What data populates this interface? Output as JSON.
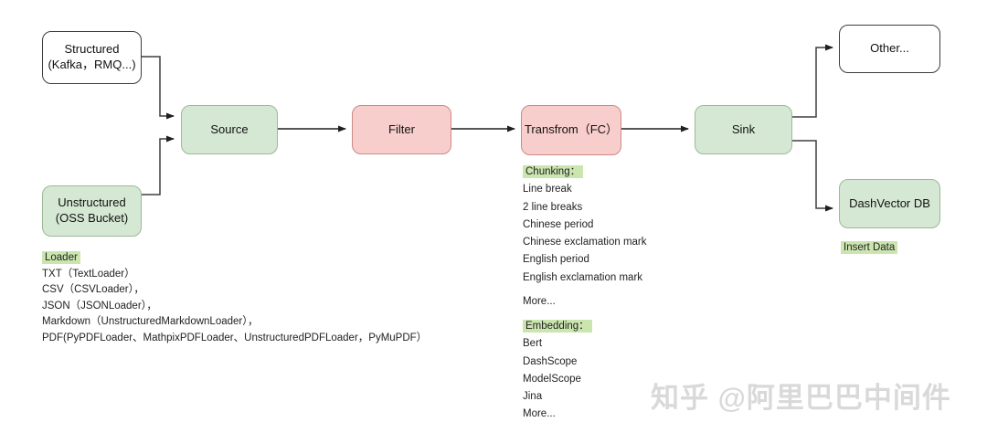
{
  "flow": {
    "structured": {
      "line1": "Structured",
      "line2": "(Kafka，RMQ...)"
    },
    "unstructured": {
      "line1": "Unstructured",
      "line2": "(OSS Bucket)"
    },
    "source": {
      "label": "Source"
    },
    "filter": {
      "label": "Filter"
    },
    "transform": {
      "label": "Transfrom（FC）"
    },
    "sink": {
      "label": "Sink"
    },
    "other": {
      "label": "Other..."
    },
    "dashvector": {
      "label": "DashVector DB"
    }
  },
  "annotations": {
    "loader": {
      "title": "Loader",
      "items": [
        "TXT（TextLoader）",
        "CSV（CSVLoader），",
        "JSON（JSONLoader），",
        "Markdown（UnstructuredMarkdownLoader），",
        "PDF(PyPDFLoader、MathpixPDFLoader、UnstructuredPDFLoader，PyMuPDF）"
      ]
    },
    "chunking": {
      "title": "Chunking：",
      "items": [
        "Line break",
        "2 line breaks",
        "Chinese period",
        "Chinese exclamation mark",
        "English period",
        "English exclamation mark"
      ],
      "more": "More..."
    },
    "embedding": {
      "title": "Embedding：",
      "items": [
        "Bert",
        "DashScope",
        "ModelScope",
        "Jina"
      ],
      "more": "More..."
    },
    "insert_data": "Insert Data"
  },
  "watermark": {
    "text": "知乎 @阿里巴巴中间件"
  },
  "colors": {
    "green_fill": "#d5e8d4",
    "green_border": "#9cb995",
    "red_fill": "#f8cecc",
    "red_border": "#c98a85",
    "highlight": "#cbe5af",
    "wire": "#3f3f3f"
  }
}
